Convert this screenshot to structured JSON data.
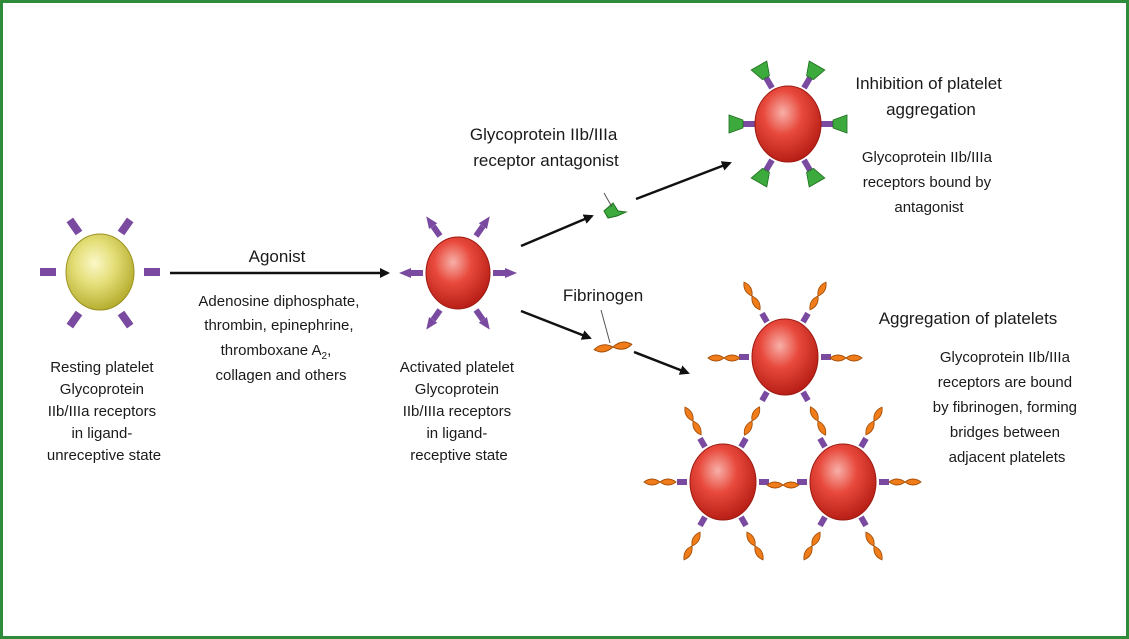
{
  "resting": {
    "caption": [
      "Resting platelet",
      "Glycoprotein",
      "IIb/IIIa receptors",
      "in ligand-",
      "unreceptive state"
    ]
  },
  "agonist": {
    "title": "Agonist",
    "lines": [
      "Adenosine diphosphate,",
      "thrombin, epinephrine,",
      "thromboxane A",
      "collagen and others"
    ],
    "subscript": "2",
    "subscript_tail": ","
  },
  "activated": {
    "caption": [
      "Activated platelet",
      "Glycoprotein",
      "IIb/IIIa receptors",
      "in ligand-",
      "receptive state"
    ]
  },
  "antagonist": {
    "label": [
      "Glycoprotein IIb/IIIa",
      "receptor antagonist"
    ]
  },
  "fibrinogen": {
    "label": "Fibrinogen"
  },
  "inhibition": {
    "title": [
      "Inhibition of platelet",
      "aggregation"
    ],
    "desc": [
      "Glycoprotein IIb/IIIa",
      "receptors bound by",
      "antagonist"
    ]
  },
  "aggregation": {
    "title": "Aggregation of platelets",
    "desc": [
      "Glycoprotein IIb/IIIa",
      "receptors are bound",
      "by fibrinogen, forming",
      "bridges between",
      "adjacent platelets"
    ]
  },
  "colors": {
    "frame": "#2e8b3a",
    "resting_cell": "#cfc84a",
    "active_cell": "#e0362c",
    "receptor": "#7a4aa0",
    "antagonist": "#3caa3c",
    "fibrinogen": "#f07d1a",
    "arrow": "#111111"
  }
}
